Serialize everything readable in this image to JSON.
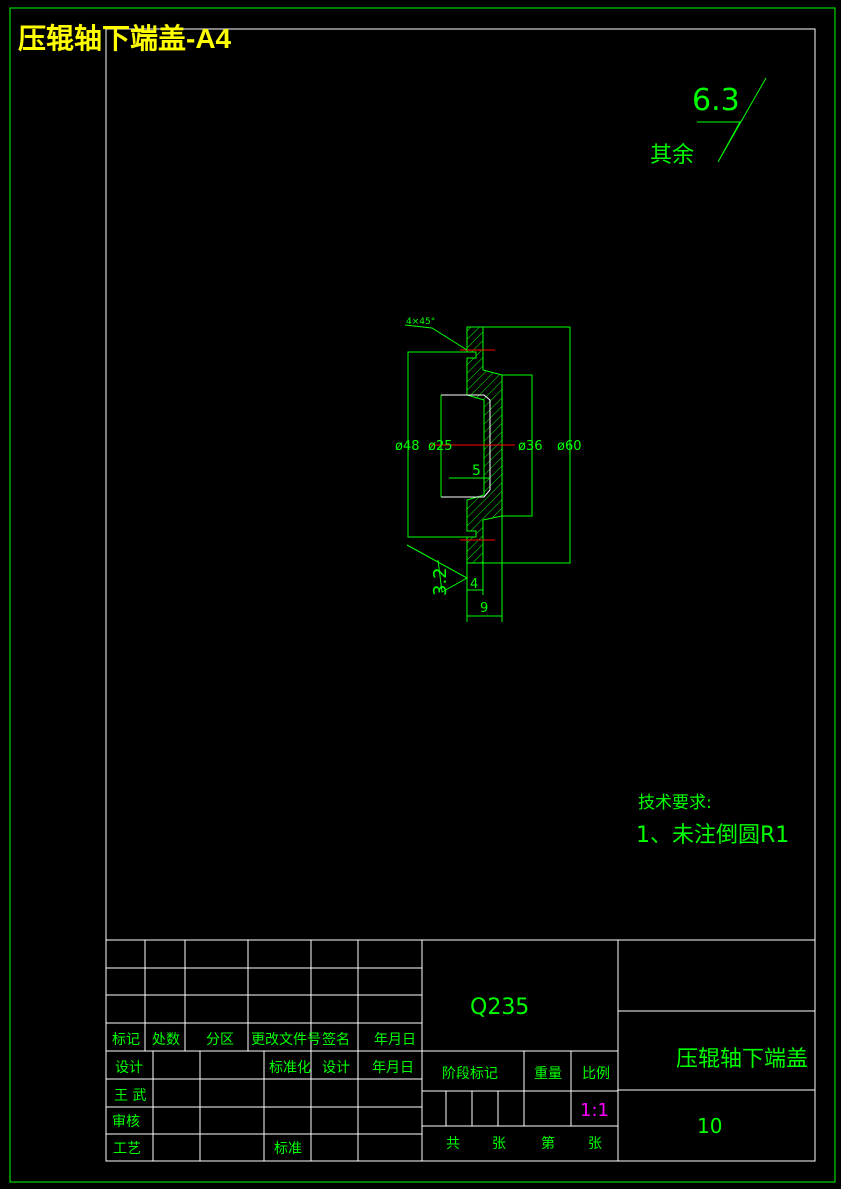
{
  "title": "压辊轴下端盖-A4",
  "roughness": {
    "value": "6.3",
    "remaining_label": "其余",
    "local_value": "3.2"
  },
  "drawing": {
    "chamfer_note": "4×45°",
    "dims": {
      "d48": "ø48",
      "d25": "ø25",
      "d36": "ø36",
      "d60": "ø60",
      "len5": "5",
      "len4": "4",
      "len9": "9"
    }
  },
  "tech_requirements": {
    "heading": "技术要求:",
    "item1": "1、未注倒圆R1"
  },
  "title_block": {
    "headers": {
      "mark": "标记",
      "count": "处数",
      "zone": "分区",
      "doc_no": "更改文件号",
      "sign": "签名",
      "date": "年月日",
      "design": "设计",
      "standardize": "标准化",
      "design2": "设计",
      "date2": "年月日",
      "designer": "王 武",
      "review": "审核",
      "process": "工艺",
      "approve": "标准"
    },
    "material": "Q235",
    "stage_mark": "阶段标记",
    "weight": "重量",
    "scale_label": "比例",
    "scale": "1:1",
    "total": "共",
    "sheets": "张",
    "sheet_no": "第",
    "sheet_unit": "张",
    "part_name": "压辊轴下端盖",
    "drawing_no": "10"
  }
}
